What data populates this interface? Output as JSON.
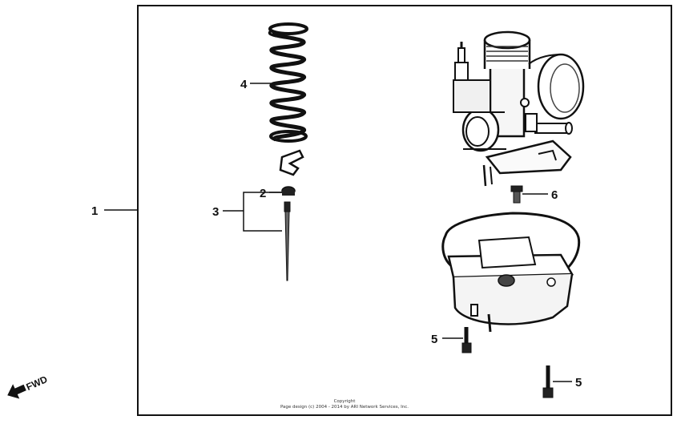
{
  "callouts": {
    "c1": "1",
    "c2": "2",
    "c3": "3",
    "c4": "4",
    "c5a": "5",
    "c5b": "5",
    "c6": "6"
  },
  "direction": {
    "label": "FWD"
  },
  "copyright": {
    "title": "Copyright",
    "line": "Page design (c) 2004 - 2014 by ARI Network Services, Inc."
  }
}
